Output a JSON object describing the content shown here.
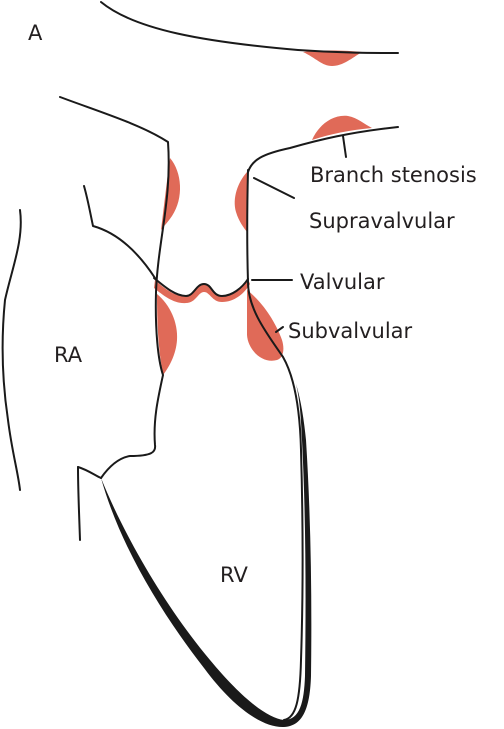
{
  "colors": {
    "lesion": "#e06a58",
    "outline": "#1a1a1a",
    "background": "#ffffff"
  },
  "labels": {
    "panel": "A",
    "right_atrium": "RA",
    "right_ventricle": "RV",
    "branch_stenosis": "Branch stenosis",
    "supravalvular": "Supravalvular",
    "valvular": "Valvular",
    "subvalvular": "Subvalvular"
  }
}
